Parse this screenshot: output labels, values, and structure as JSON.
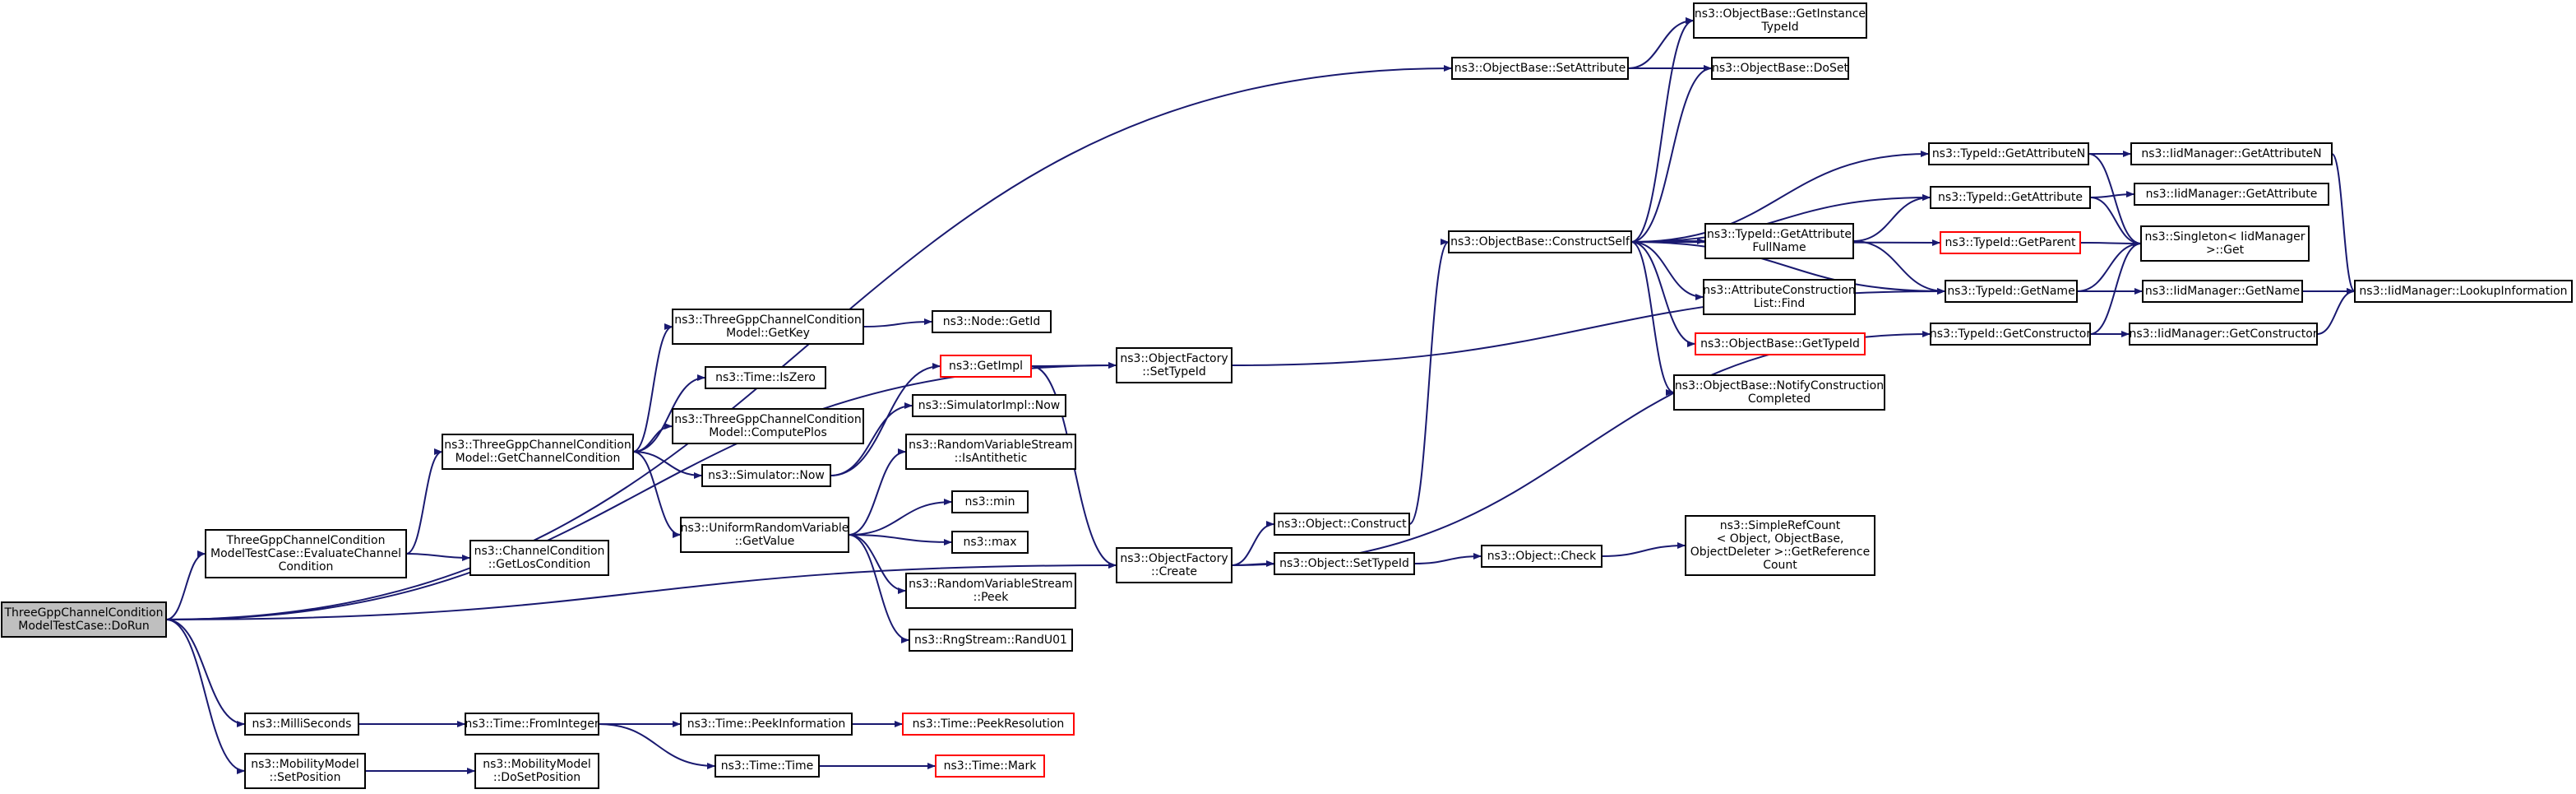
{
  "colors": {
    "edge": "#191970",
    "root_fill": "#bfbfbf",
    "truncated_border": "#ff0000",
    "border": "#000000"
  },
  "nodes": [
    {
      "id": "dorun",
      "lines": [
        "ThreeGppChannelCondition",
        "ModelTestCase::DoRun"
      ],
      "root": true
    },
    {
      "id": "evaluate",
      "lines": [
        "ThreeGppChannelCondition",
        "ModelTestCase::EvaluateChannel",
        "Condition"
      ]
    },
    {
      "id": "getchancond",
      "lines": [
        "ns3::ThreeGppChannelCondition",
        "Model::GetChannelCondition"
      ]
    },
    {
      "id": "getkey",
      "lines": [
        "ns3::ThreeGppChannelCondition",
        "Model::GetKey"
      ]
    },
    {
      "id": "nodegetid",
      "lines": [
        "ns3::Node::GetId"
      ]
    },
    {
      "id": "timeiszero",
      "lines": [
        "ns3::Time::IsZero"
      ]
    },
    {
      "id": "computeplos",
      "lines": [
        "ns3::ThreeGppChannelCondition",
        "Model::ComputePlos"
      ]
    },
    {
      "id": "simnow",
      "lines": [
        "ns3::Simulator::Now"
      ]
    },
    {
      "id": "getimpl",
      "lines": [
        "ns3::GetImpl"
      ],
      "truncated": true
    },
    {
      "id": "simimplnow",
      "lines": [
        "ns3::SimulatorImpl::Now"
      ]
    },
    {
      "id": "uniformgetvalue",
      "lines": [
        "ns3::UniformRandomVariable",
        "::GetValue"
      ]
    },
    {
      "id": "isantithetic",
      "lines": [
        "ns3::RandomVariableStream",
        "::IsAntithetic"
      ]
    },
    {
      "id": "min",
      "lines": [
        "ns3::min"
      ]
    },
    {
      "id": "max",
      "lines": [
        "ns3::max"
      ]
    },
    {
      "id": "peek",
      "lines": [
        "ns3::RandomVariableStream",
        "::Peek"
      ]
    },
    {
      "id": "randu01",
      "lines": [
        "ns3::RngStream::RandU01"
      ]
    },
    {
      "id": "getlos",
      "lines": [
        "ns3::ChannelCondition",
        "::GetLosCondition"
      ]
    },
    {
      "id": "objfacsettypeid",
      "lines": [
        "ns3::ObjectFactory",
        "::SetTypeId"
      ]
    },
    {
      "id": "objfaccreate",
      "lines": [
        "ns3::ObjectFactory",
        "::Create"
      ]
    },
    {
      "id": "objconstruct",
      "lines": [
        "ns3::Object::Construct"
      ]
    },
    {
      "id": "objsettypeid",
      "lines": [
        "ns3::Object::SetTypeId"
      ]
    },
    {
      "id": "objcheck",
      "lines": [
        "ns3::Object::Check"
      ]
    },
    {
      "id": "simplerefcount",
      "lines": [
        "ns3::SimpleRefCount",
        "< Object, ObjectBase,",
        "ObjectDeleter >::GetReference",
        "Count"
      ]
    },
    {
      "id": "setattribute",
      "lines": [
        "ns3::ObjectBase::SetAttribute"
      ]
    },
    {
      "id": "getinstancetypeid",
      "lines": [
        "ns3::ObjectBase::GetInstance",
        "TypeId"
      ]
    },
    {
      "id": "doset",
      "lines": [
        "ns3::ObjectBase::DoSet"
      ]
    },
    {
      "id": "constructself",
      "lines": [
        "ns3::ObjectBase::ConstructSelf"
      ]
    },
    {
      "id": "getattrfullname",
      "lines": [
        "ns3::TypeId::GetAttribute",
        "FullName"
      ]
    },
    {
      "id": "attrconstructionfind",
      "lines": [
        "ns3::AttributeConstruction",
        "List::Find"
      ]
    },
    {
      "id": "objbasegettypeid",
      "lines": [
        "ns3::ObjectBase::GetTypeId"
      ],
      "truncated": true
    },
    {
      "id": "notifyconstruction",
      "lines": [
        "ns3::ObjectBase::NotifyConstruction",
        "Completed"
      ]
    },
    {
      "id": "getattributen",
      "lines": [
        "ns3::TypeId::GetAttributeN"
      ]
    },
    {
      "id": "getattribute",
      "lines": [
        "ns3::TypeId::GetAttribute"
      ]
    },
    {
      "id": "getparent",
      "lines": [
        "ns3::TypeId::GetParent"
      ],
      "truncated": true
    },
    {
      "id": "getname",
      "lines": [
        "ns3::TypeId::GetName"
      ]
    },
    {
      "id": "getconstructor",
      "lines": [
        "ns3::TypeId::GetConstructor"
      ]
    },
    {
      "id": "iidgetattributen",
      "lines": [
        "ns3::IidManager::GetAttributeN"
      ]
    },
    {
      "id": "iidgetattribute",
      "lines": [
        "ns3::IidManager::GetAttribute"
      ]
    },
    {
      "id": "singletonget",
      "lines": [
        "ns3::Singleton< IidManager",
        ">::Get"
      ]
    },
    {
      "id": "iidgetname",
      "lines": [
        "ns3::IidManager::GetName"
      ]
    },
    {
      "id": "iidgetconstructor",
      "lines": [
        "ns3::IidManager::GetConstructor"
      ]
    },
    {
      "id": "lookupinformation",
      "lines": [
        "ns3::IidManager::LookupInformation"
      ]
    },
    {
      "id": "milliseconds",
      "lines": [
        "ns3::MilliSeconds"
      ]
    },
    {
      "id": "frominteger",
      "lines": [
        "ns3::Time::FromInteger"
      ]
    },
    {
      "id": "peekinformation",
      "lines": [
        "ns3::Time::PeekInformation"
      ]
    },
    {
      "id": "peekresolution",
      "lines": [
        "ns3::Time::PeekResolution"
      ],
      "truncated": true
    },
    {
      "id": "timetime",
      "lines": [
        "ns3::Time::Time"
      ]
    },
    {
      "id": "timemark",
      "lines": [
        "ns3::Time::Mark"
      ],
      "truncated": true
    },
    {
      "id": "mmsetposition",
      "lines": [
        "ns3::MobilityModel",
        "::SetPosition"
      ]
    },
    {
      "id": "mmdosetposition",
      "lines": [
        "ns3::MobilityModel",
        "::DoSetPosition"
      ]
    }
  ],
  "edges": [
    [
      "dorun",
      "evaluate"
    ],
    [
      "dorun",
      "setattribute"
    ],
    [
      "dorun",
      "objfacsettypeid"
    ],
    [
      "dorun",
      "objfaccreate"
    ],
    [
      "dorun",
      "milliseconds"
    ],
    [
      "dorun",
      "mmsetposition"
    ],
    [
      "evaluate",
      "getchancond"
    ],
    [
      "evaluate",
      "getlos"
    ],
    [
      "getchancond",
      "getkey"
    ],
    [
      "getchancond",
      "timeiszero"
    ],
    [
      "getchancond",
      "computeplos"
    ],
    [
      "getchancond",
      "simnow"
    ],
    [
      "getchancond",
      "uniformgetvalue"
    ],
    [
      "getkey",
      "nodegetid"
    ],
    [
      "simnow",
      "getimpl"
    ],
    [
      "simnow",
      "simimplnow"
    ],
    [
      "getimpl",
      "objfacsettypeid"
    ],
    [
      "getimpl",
      "objfaccreate"
    ],
    [
      "uniformgetvalue",
      "isantithetic"
    ],
    [
      "uniformgetvalue",
      "min"
    ],
    [
      "uniformgetvalue",
      "max"
    ],
    [
      "uniformgetvalue",
      "peek"
    ],
    [
      "uniformgetvalue",
      "randu01"
    ],
    [
      "objfacsettypeid",
      "getname"
    ],
    [
      "objfaccreate",
      "objconstruct"
    ],
    [
      "objfaccreate",
      "objsettypeid"
    ],
    [
      "objfaccreate",
      "getconstructor"
    ],
    [
      "objconstruct",
      "constructself"
    ],
    [
      "objsettypeid",
      "objcheck"
    ],
    [
      "objcheck",
      "simplerefcount"
    ],
    [
      "setattribute",
      "getinstancetypeid"
    ],
    [
      "setattribute",
      "doset"
    ],
    [
      "constructself",
      "getinstancetypeid"
    ],
    [
      "constructself",
      "doset"
    ],
    [
      "constructself",
      "getattributen"
    ],
    [
      "constructself",
      "getattribute"
    ],
    [
      "constructself",
      "getparent"
    ],
    [
      "constructself",
      "getattrfullname"
    ],
    [
      "constructself",
      "attrconstructionfind"
    ],
    [
      "constructself",
      "objbasegettypeid"
    ],
    [
      "constructself",
      "notifyconstruction"
    ],
    [
      "constructself",
      "getname"
    ],
    [
      "getattrfullname",
      "getattribute"
    ],
    [
      "getattrfullname",
      "getname"
    ],
    [
      "getattributen",
      "iidgetattributen"
    ],
    [
      "getattributen",
      "singletonget"
    ],
    [
      "getattribute",
      "iidgetattribute"
    ],
    [
      "getattribute",
      "singletonget"
    ],
    [
      "getparent",
      "singletonget"
    ],
    [
      "getname",
      "singletonget"
    ],
    [
      "getname",
      "iidgetname"
    ],
    [
      "getconstructor",
      "singletonget"
    ],
    [
      "getconstructor",
      "iidgetconstructor"
    ],
    [
      "iidgetattributen",
      "lookupinformation"
    ],
    [
      "iidgetname",
      "lookupinformation"
    ],
    [
      "iidgetconstructor",
      "lookupinformation"
    ],
    [
      "milliseconds",
      "frominteger"
    ],
    [
      "frominteger",
      "peekinformation"
    ],
    [
      "frominteger",
      "timetime"
    ],
    [
      "peekinformation",
      "peekresolution"
    ],
    [
      "timetime",
      "timemark"
    ],
    [
      "mmsetposition",
      "mmdosetposition"
    ]
  ]
}
